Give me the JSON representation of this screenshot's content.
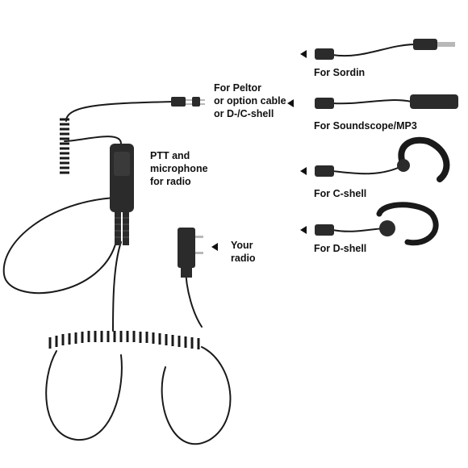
{
  "labels": {
    "peltor": [
      "For Peltor",
      "or option cable",
      "or D-/C-shell"
    ],
    "ptt": [
      "PTT and",
      "microphone",
      "for radio"
    ],
    "your_radio": [
      "Your",
      "radio"
    ],
    "sordin": "For Sordin",
    "soundscope": "For Soundscope/MP3",
    "cshell": "For C-shell",
    "dshell": "For D-shell"
  },
  "colors": {
    "cable": "#1a1a1a",
    "plastic": "#2b2b2b",
    "metal": "#b8b8b8",
    "text": "#111111"
  },
  "icons": [
    "arrow-left-icon"
  ]
}
